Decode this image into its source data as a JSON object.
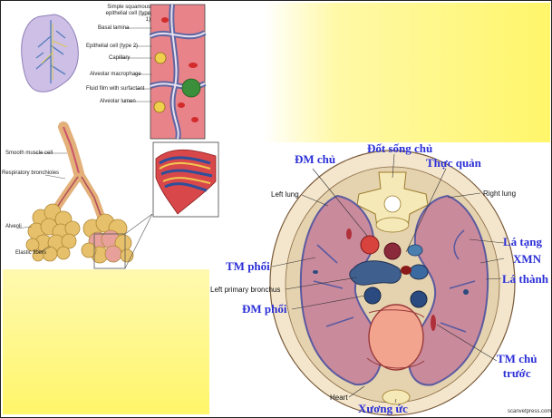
{
  "left_panel": {
    "labels": [
      "Simple squamous epithelial cell (type 1)",
      "Basal lamina",
      "Epithelial cell (type 2)",
      "Capillary",
      "Alveolar macrophage",
      "Fluid film with surfactant",
      "Alveolar lumen",
      "Smooth muscle cell",
      "Respiratory bronchioles",
      "Alveoli",
      "Elastic fibers"
    ]
  },
  "right_panel": {
    "english_labels": {
      "left_lung": "Left lung",
      "right_lung": "Right lung",
      "left_primary_bronchus": "Left primary bronchus",
      "heart": "Heart"
    },
    "vietnamese_labels": {
      "dot_song_chu": "Đốt sống chủ",
      "dm_chu": "ĐM chủ",
      "thuc_quan": "Thực quản",
      "la_tang": "Lá tạng",
      "xmn": "XMN",
      "la_thanh": "Lá thành",
      "tm_phoi": "TM phổi",
      "dm_phoi": "ĐM phổi",
      "tm_chu_truoc": "TM chủ\ntrước",
      "xuong_uc": "Xương ức"
    },
    "credit": "scanvetpress.com"
  },
  "colors": {
    "yellow": "#fff66a",
    "label_blue": "#2b2fd6",
    "lung_pink": "#c98a9c",
    "tissue_red": "#d9433e"
  }
}
